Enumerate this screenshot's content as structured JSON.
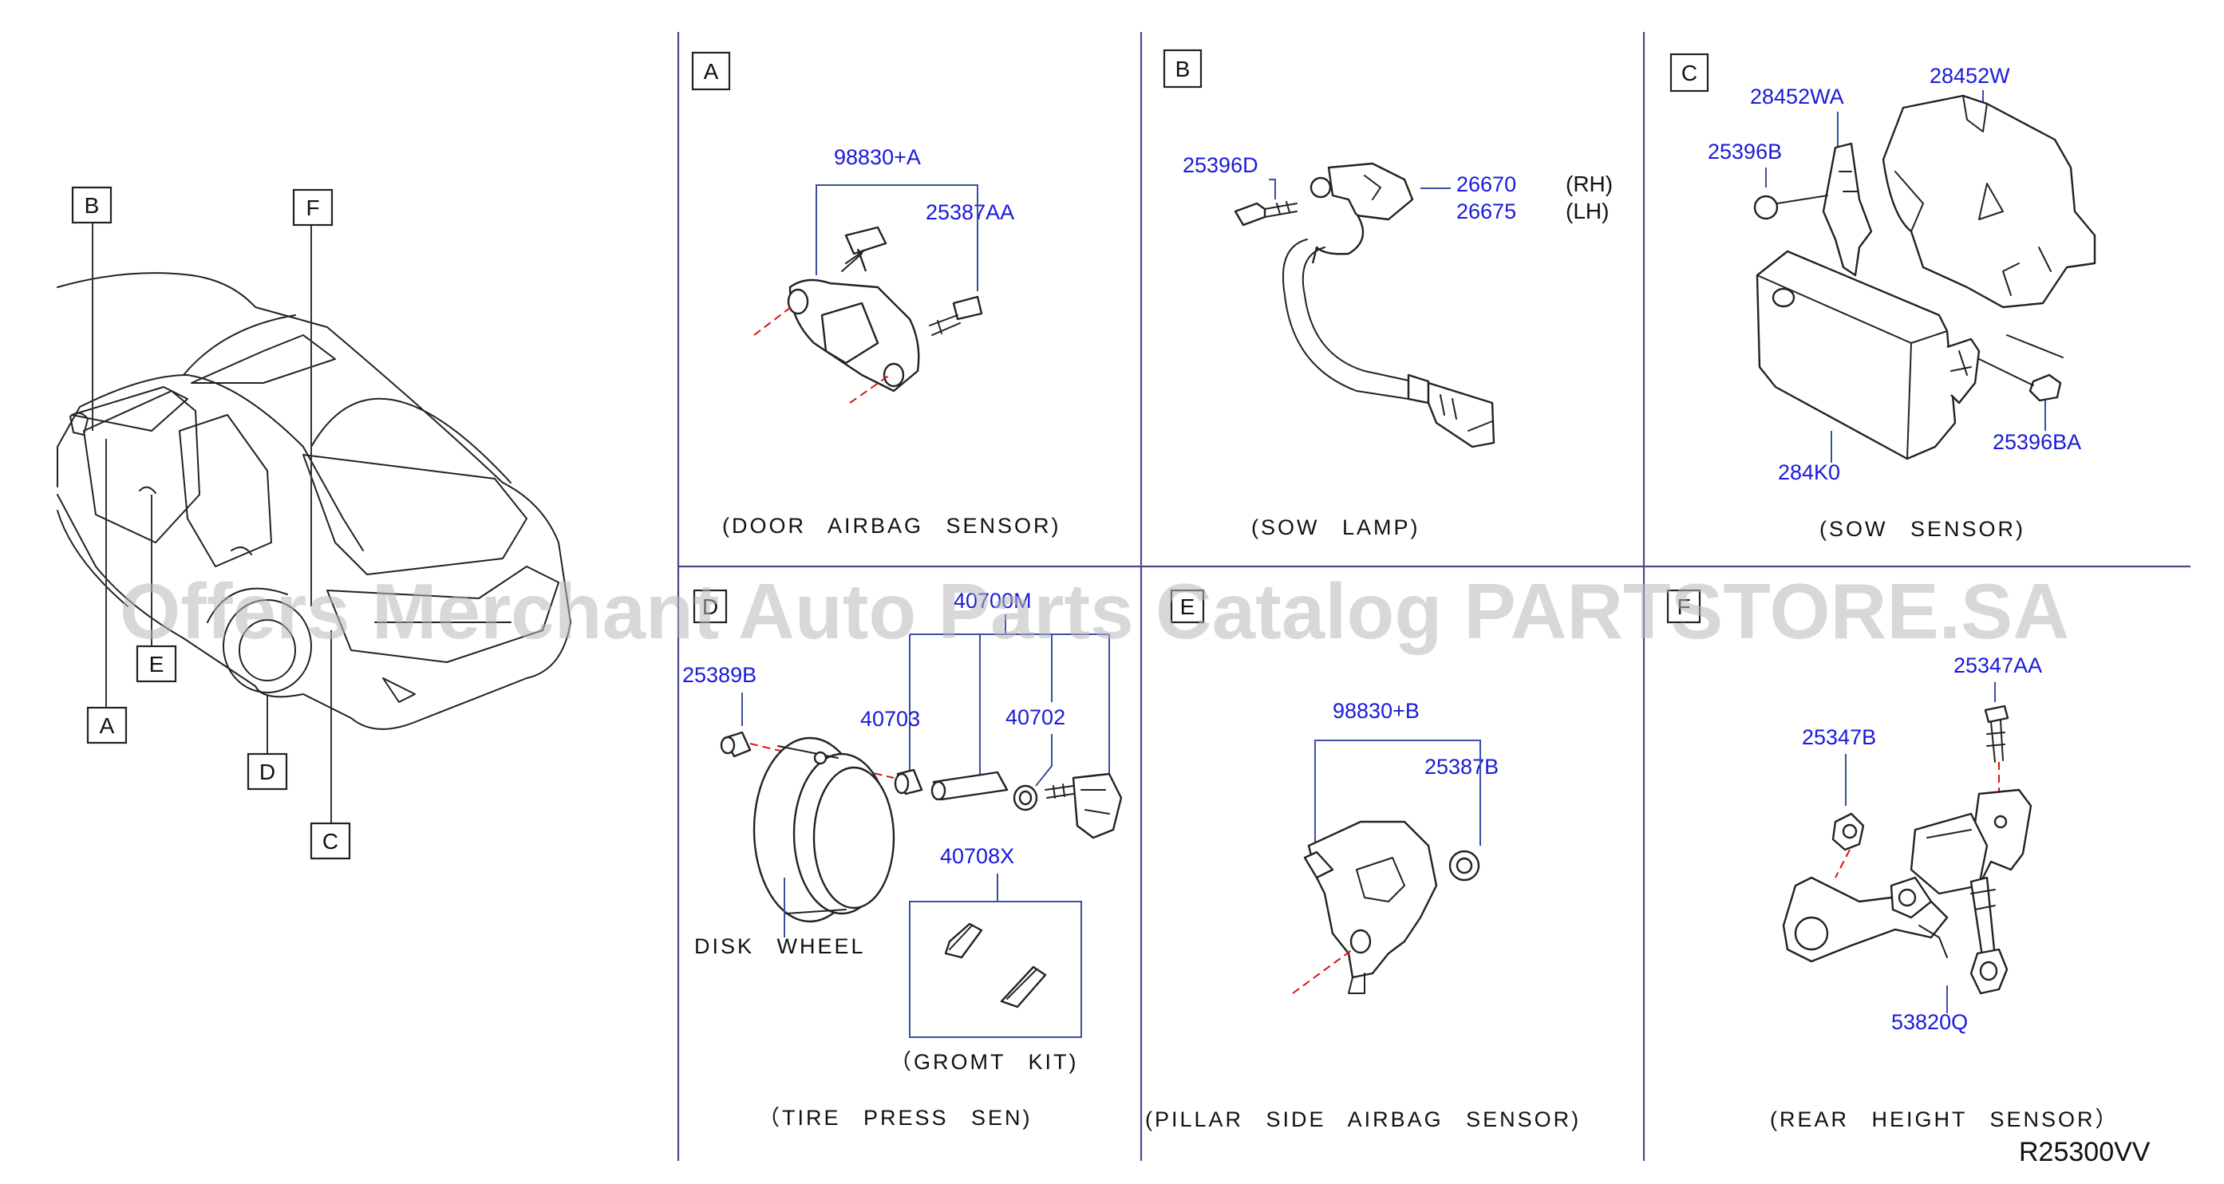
{
  "markers": {
    "a": "A",
    "b": "B",
    "c": "C",
    "d": "D",
    "e": "E",
    "f": "F"
  },
  "parts": {
    "p98830A": "98830+A",
    "p25387AA": "25387AA",
    "p25396D": "25396D",
    "p26670": "26670",
    "p26675": "26675",
    "rh": "(RH)",
    "lh": "(LH)",
    "p28452WA": "28452WA",
    "p28452W": "28452W",
    "p25396B": "25396B",
    "p284K0": "284K0",
    "p25396BA": "25396BA",
    "p25389B": "25389B",
    "p40700M": "40700M",
    "p40703": "40703",
    "p40702": "40702",
    "p40708X": "40708X",
    "p98830B": "98830+B",
    "p25387B": "25387B",
    "p25347AA": "25347AA",
    "p25347B": "25347B",
    "p53820Q": "53820Q"
  },
  "captions": {
    "door": "(DOOR AIRBAG SENSOR)",
    "sow_lamp": "(SOW LAMP)",
    "sow_sensor": "(SOW SENSOR)",
    "disk_wheel": "DISK WHEEL",
    "gromet": "（GROMT KIT)",
    "tire": "（TIRE PRESS SEN)",
    "pillar": "(PILLAR SIDE AIRBAG SENSOR)",
    "rear": "(REAR HEIGHT SENSOR）"
  },
  "watermark": "Offers Merchant Auto Parts Catalog PARTSTORE.SA",
  "diagram_code": "R25300VV"
}
